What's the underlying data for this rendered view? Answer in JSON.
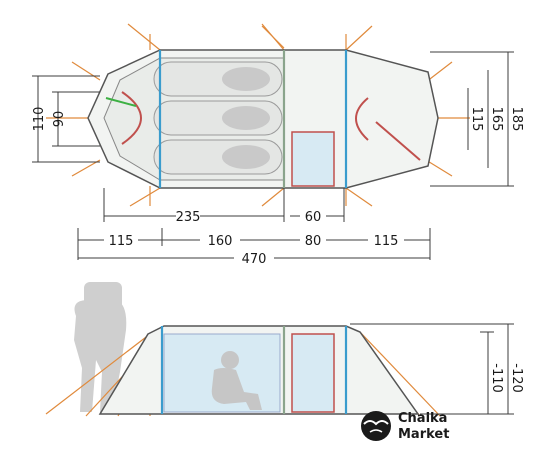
{
  "dimensions": {
    "plan_bottom": [
      "235",
      "60"
    ],
    "segments": [
      "115",
      "160",
      "80",
      "115"
    ],
    "total_length": "470",
    "left_heights": [
      "110",
      "90"
    ],
    "right_heights": [
      "115",
      "165",
      "185"
    ],
    "side_heights": [
      "-110",
      "-120"
    ]
  },
  "brand": {
    "line1": "Chaika",
    "line2": "Market"
  },
  "colors": {
    "guy_line": "#e08a3c",
    "pole_blue": "#3a9ccd",
    "pole_green": "#8aa48c",
    "pole_red": "#c0504d",
    "fabric": "#f2f4f2",
    "window": "#d7eaf3",
    "silhouette": "#cfcfcf"
  }
}
